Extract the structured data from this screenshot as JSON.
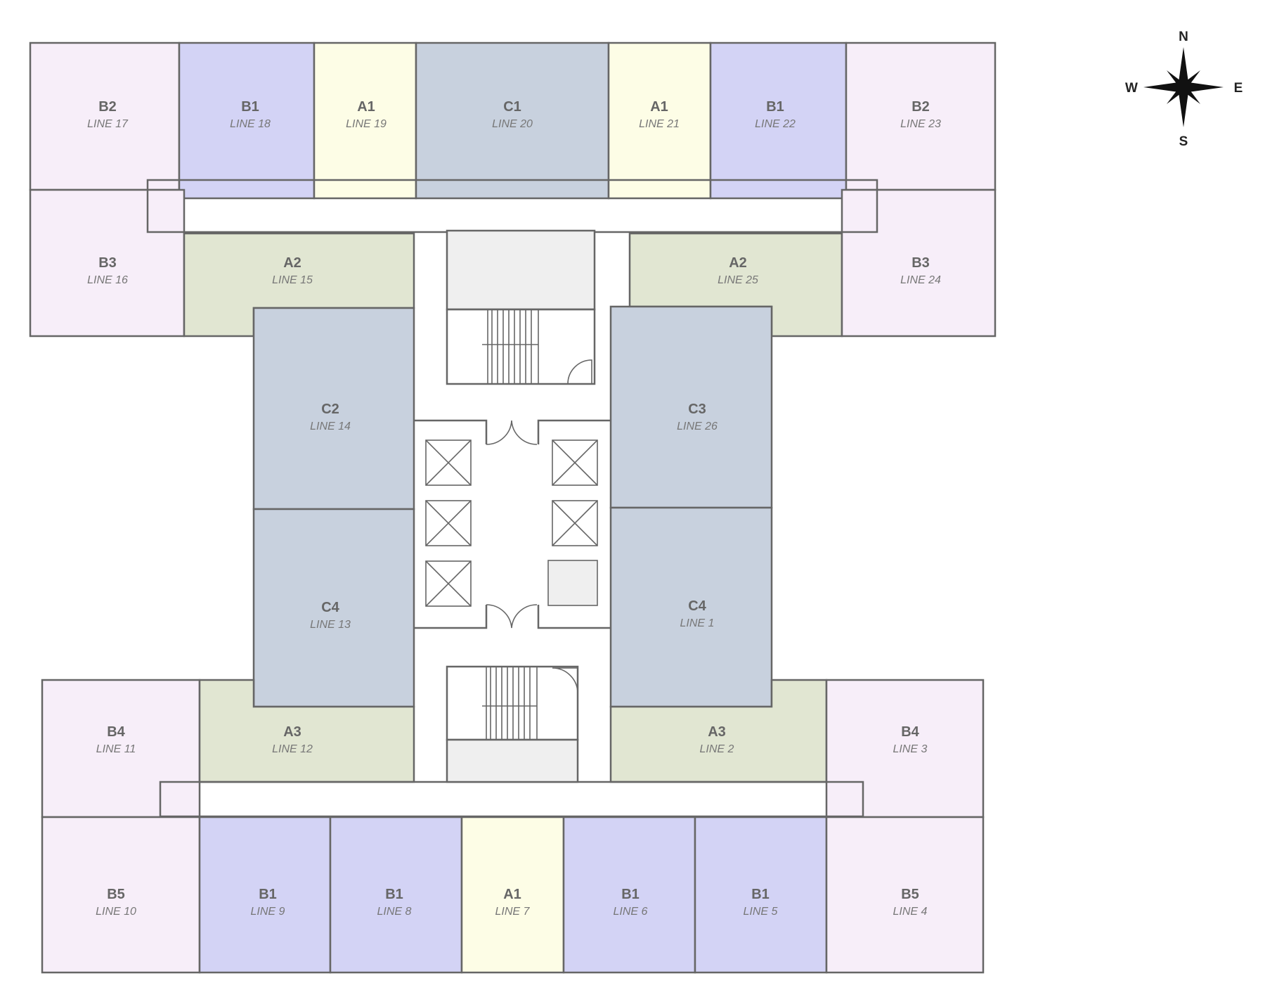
{
  "colors": {
    "A1": "#fdfde6",
    "A2": "#e1e6d2",
    "A3": "#e1e6d2",
    "B1": "#d3d3f5",
    "B2": "#f7eef9",
    "B3": "#f7eef9",
    "B4": "#f7eef9",
    "B5": "#f7eef9",
    "C1": "#c8d1de",
    "C2": "#c8d1de",
    "C3": "#c8d1de",
    "C4": "#c8d1de",
    "service": "#efefef",
    "wall": "#666666"
  },
  "units": [
    {
      "type": "B2",
      "line": "LINE 17"
    },
    {
      "type": "B1",
      "line": "LINE 18"
    },
    {
      "type": "A1",
      "line": "LINE 19"
    },
    {
      "type": "C1",
      "line": "LINE 20"
    },
    {
      "type": "A1",
      "line": "LINE 21"
    },
    {
      "type": "B1",
      "line": "LINE 22"
    },
    {
      "type": "B2",
      "line": "LINE 23"
    },
    {
      "type": "B3",
      "line": "LINE 16"
    },
    {
      "type": "A2",
      "line": "LINE 15"
    },
    {
      "type": "A2",
      "line": "LINE 25"
    },
    {
      "type": "B3",
      "line": "LINE 24"
    },
    {
      "type": "C2",
      "line": "LINE 14"
    },
    {
      "type": "C3",
      "line": "LINE 26"
    },
    {
      "type": "C4",
      "line": "LINE 13"
    },
    {
      "type": "C4",
      "line": "LINE 1"
    },
    {
      "type": "B4",
      "line": "LINE 11"
    },
    {
      "type": "A3",
      "line": "LINE 12"
    },
    {
      "type": "A3",
      "line": "LINE 2"
    },
    {
      "type": "B4",
      "line": "LINE 3"
    },
    {
      "type": "B5",
      "line": "LINE 10"
    },
    {
      "type": "B1",
      "line": "LINE 9"
    },
    {
      "type": "B1",
      "line": "LINE 8"
    },
    {
      "type": "A1",
      "line": "LINE 7"
    },
    {
      "type": "B1",
      "line": "LINE 6"
    },
    {
      "type": "B1",
      "line": "LINE 5"
    },
    {
      "type": "B5",
      "line": "LINE 4"
    }
  ],
  "compass": {
    "north": "N",
    "south": "S",
    "east": "E",
    "west": "W"
  }
}
